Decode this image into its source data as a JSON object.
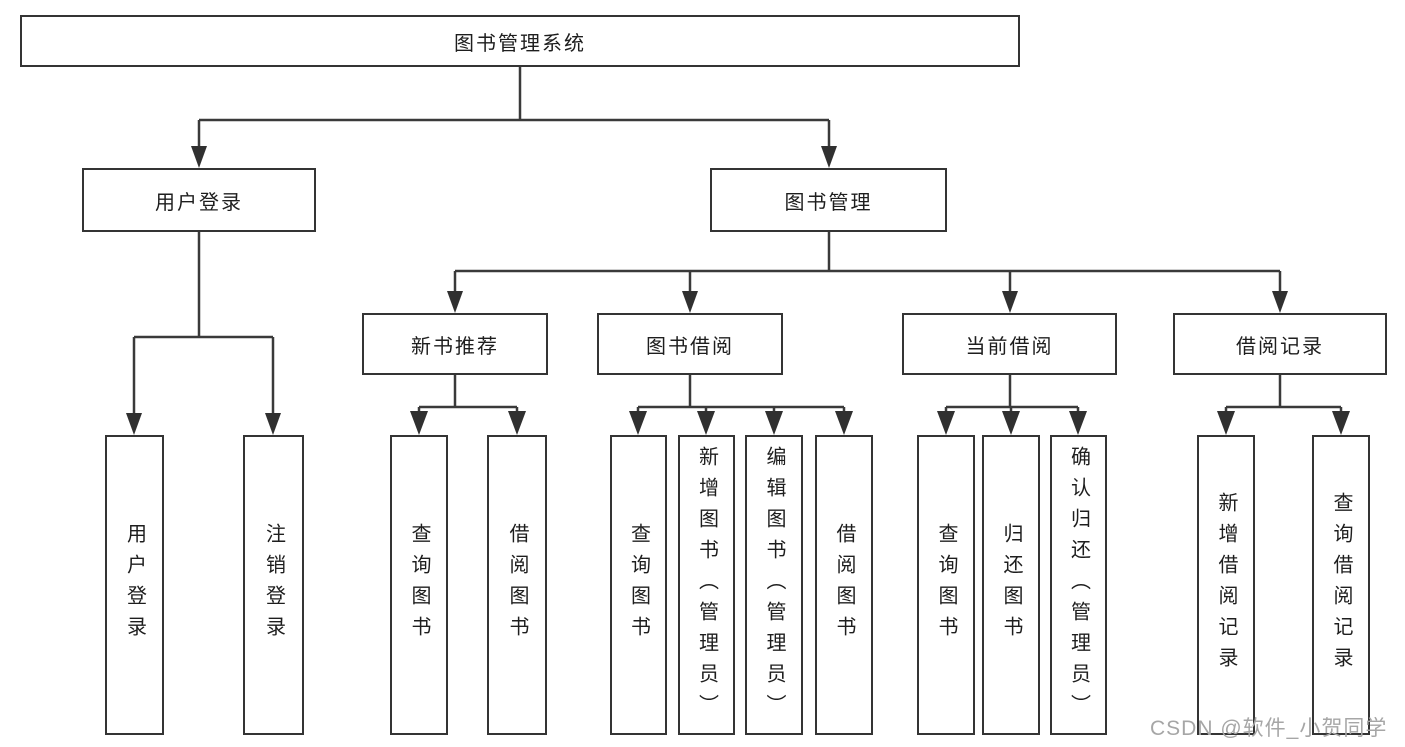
{
  "tree": {
    "root": "图书管理系统",
    "children": [
      {
        "label": "用户登录",
        "children": [
          {
            "label": "用户登录"
          },
          {
            "label": "注销登录"
          }
        ]
      },
      {
        "label": "图书管理",
        "children": [
          {
            "label": "新书推荐",
            "children": [
              {
                "label": "查询图书"
              },
              {
                "label": "借阅图书"
              }
            ]
          },
          {
            "label": "图书借阅",
            "children": [
              {
                "label": "查询图书"
              },
              {
                "label": "新增图书（管理员）"
              },
              {
                "label": "编辑图书（管理员）"
              },
              {
                "label": "借阅图书"
              }
            ]
          },
          {
            "label": "当前借阅",
            "children": [
              {
                "label": "查询图书"
              },
              {
                "label": "归还图书"
              },
              {
                "label": "确认归还（管理员）"
              }
            ]
          },
          {
            "label": "借阅记录",
            "children": [
              {
                "label": "新增借阅记录"
              },
              {
                "label": "查询借阅记录"
              }
            ]
          }
        ]
      }
    ]
  },
  "watermark": {
    "text": "CSDN @软件_小贺同学"
  },
  "colors": {
    "line": "#3a3a3a",
    "box_border": "#343434",
    "box_fill": "#ffffff",
    "text": "#1e1e1e",
    "watermark": "#a6a6a6",
    "background": "#ffffff"
  }
}
